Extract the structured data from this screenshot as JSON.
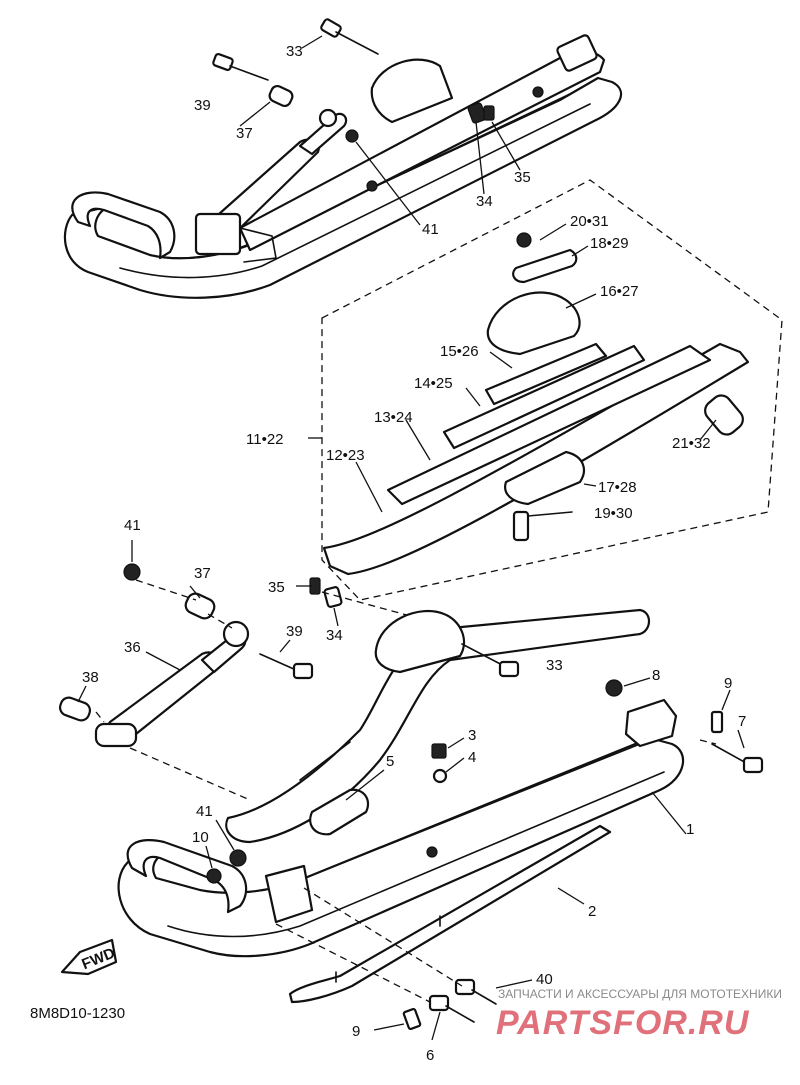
{
  "diagram_code": "8M8D10-1230",
  "fwd_label": "FWD",
  "watermark": {
    "caption": "ЗАПЧАСТИ И АКСЕССУАРЫ ДЛЯ МОТОТЕХНИКИ",
    "brand": "PARTSFOR.RU",
    "caption_color": "#8a8a8a",
    "brand_color": "#e0707a"
  },
  "callouts": {
    "c33_top": "33",
    "c39_top": "39",
    "c37_top": "37",
    "c41_top": "41",
    "c34_top": "34",
    "c35_top": "35",
    "c20_31": "20•31",
    "c18_29": "18•29",
    "c16_27": "16•27",
    "c15_26": "15•26",
    "c14_25": "14•25",
    "c13_24": "13•24",
    "c11_22": "11•22",
    "c12_23": "12•23",
    "c21_32": "21•32",
    "c17_28": "17•28",
    "c19_30": "19•30",
    "c41_mid": "41",
    "c37_mid": "37",
    "c35_mid": "35",
    "c34_mid": "34",
    "c36": "36",
    "c39_mid": "39",
    "c33_mid": "33",
    "c38": "38",
    "c8": "8",
    "c9_right": "9",
    "c7": "7",
    "c3": "3",
    "c4": "4",
    "c5": "5",
    "c1": "1",
    "c41_low": "41",
    "c10": "10",
    "c2": "2",
    "c40": "40",
    "c9_bottom": "9",
    "c6": "6"
  }
}
